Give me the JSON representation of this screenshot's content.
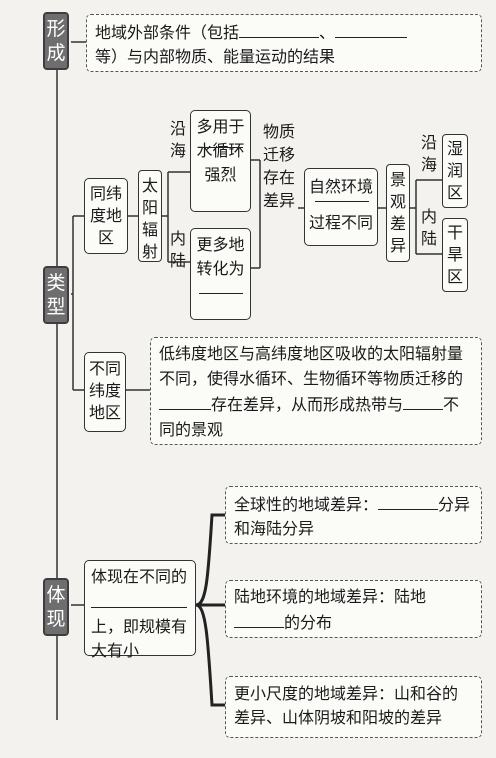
{
  "categories": {
    "formation": "形\n成",
    "types": "类\n型",
    "manifestation": "体\n现"
  },
  "formation": {
    "line1": "地域外部条件（包括",
    "sep": "、",
    "line2": "等）与内部物质、能量运动的结果"
  },
  "same_latitude": {
    "label": "同纬\n度地\n区",
    "solar": "太阳\n辐射",
    "coastal_label": "沿\n海",
    "inland_label": "内\n陆",
    "coastal_box": "多用于\n水循环\n强烈",
    "inland_box": "更多地\n转化为",
    "material": "物质\n迁移\n存在\n差异",
    "nature_line1": "自然环境",
    "nature_line2": "过程不同",
    "landscape": "景观\n差异",
    "coast2": "沿\n海",
    "inland2": "内\n陆",
    "humid": "湿\n润\n区",
    "arid": "干\n旱\n区"
  },
  "diff_latitude": {
    "label": "不同\n纬度\n地区",
    "text_a": "低纬度地区与高纬度地区吸收的太阳辐射量不同，使得水循环、生物循环等物质迁移的",
    "text_b": "存在差异，从而形成热带与",
    "text_c": "不同的景观"
  },
  "manifest": {
    "box_a": "体现在不同的",
    "box_b": "上，即规模有大有小",
    "global_a": "全球性的地域差异：",
    "global_b": "分异和海陆分异",
    "land_a": "陆地环境的地域差异：陆地",
    "land_b": "的分布",
    "small": "更小尺度的地域差异：山和谷的差异、山体阴坡和阳坡的差异"
  }
}
